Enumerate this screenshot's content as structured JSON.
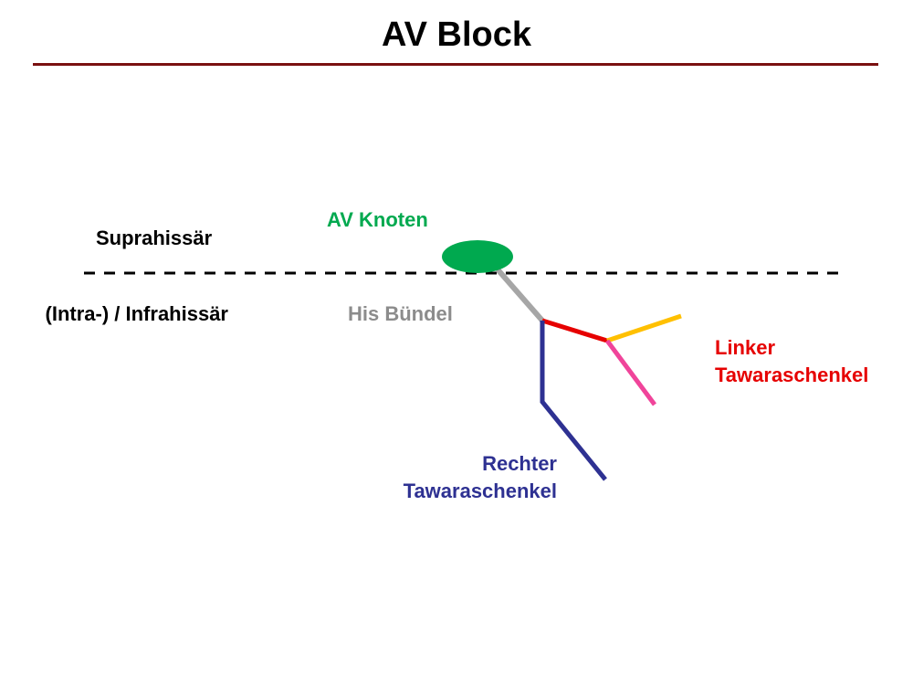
{
  "title": "AV Block",
  "colors": {
    "title_rule": "#7a1010",
    "av_node": "#00a94f",
    "his_bundle": "#a6a6a6",
    "left_bundle": "#e60000",
    "left_anterior_fascicle": "#ffc000",
    "left_posterior_fascicle": "#f0449a",
    "right_bundle": "#2e3192",
    "divider": "#000000"
  },
  "regions": {
    "supra_label": "Suprahissär",
    "infra_label": "(Intra-) / Infrahissär"
  },
  "structures": {
    "av_node_label": "AV Knoten",
    "his_bundle_label": "His Bündel",
    "left_bundle_label_line1": "Linker",
    "left_bundle_label_line2": "Tawaraschenkel",
    "right_bundle_label_line1": "Rechter",
    "right_bundle_label_line2": "Tawaraschenkel"
  }
}
